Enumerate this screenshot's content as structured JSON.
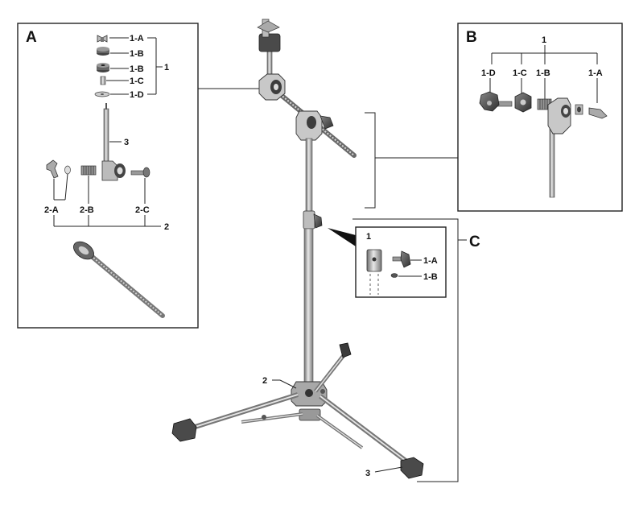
{
  "panels": {
    "a": {
      "letter": "A",
      "group1": {
        "number": "1",
        "parts": [
          "1-A",
          "1-B",
          "1-B",
          "1-C",
          "1-D"
        ]
      },
      "rod_label": "3",
      "group2": {
        "number": "2",
        "parts": [
          "2-A",
          "2-B",
          "2-C"
        ]
      }
    },
    "b": {
      "letter": "B",
      "number": "1",
      "parts": [
        "1-D",
        "1-C",
        "1-B",
        "1-A"
      ]
    },
    "c": {
      "letter": "C",
      "number": "1",
      "parts": [
        "1-A",
        "1-B"
      ]
    }
  },
  "stand": {
    "callout_2": "2",
    "callout_3": "3"
  },
  "colors": {
    "line": "#222222",
    "metal": "#9a9a9a",
    "dark": "#3a3a3a",
    "rubber": "#555555"
  }
}
